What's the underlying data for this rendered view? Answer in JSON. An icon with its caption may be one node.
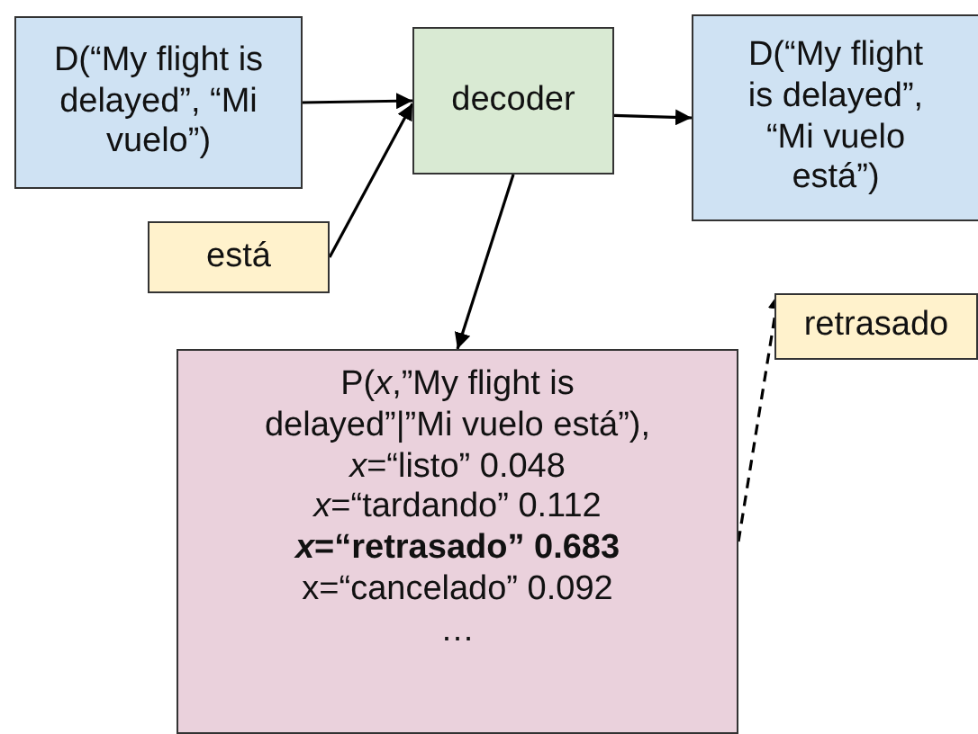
{
  "diagram": {
    "nodes": [
      {
        "text": [
          "D(“My flight is delayed”, “Mi vuelo”)"
        ]
      },
      {
        "text": [
          "decoder"
        ]
      },
      {
        "text": [
          "D(“My flight is delayed”, “Mi vuelo está”)"
        ]
      },
      {
        "text": [
          "está"
        ]
      },
      {
        "text": [
          "retrasado"
        ]
      },
      {
        "text": [
          "P(*x*,”My flight is delayed”|”Mi vuelo está”),",
          "*x*=“listo” 0.048",
          "*x*=“tardando” 0.112",
          "***x*=“retrasado” 0.683**",
          "x=“cancelado” 0.092",
          "…"
        ]
      }
    ],
    "edges": [
      {
        "from": 0,
        "to": 1,
        "arrow": "to"
      },
      {
        "from": 3,
        "to": 1,
        "arrow": "to"
      },
      {
        "from": 1,
        "to": 2,
        "arrow": "to"
      },
      {
        "from": 1,
        "to": 5,
        "arrow": "to"
      },
      {
        "from": 5,
        "to": 4,
        "arrow": "to",
        "style": "dashed"
      }
    ]
  }
}
